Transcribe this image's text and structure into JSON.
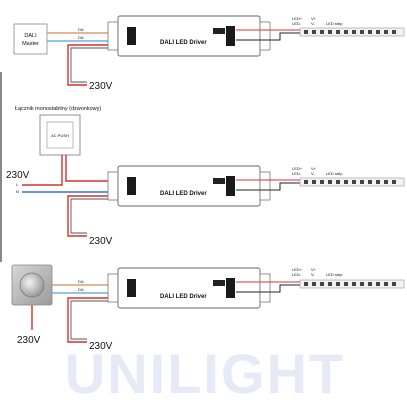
{
  "watermark": "UNILIGHT",
  "left_rule_color": "#555555",
  "colors": {
    "bus_wire_1": "#d8a070",
    "bus_wire_2": "#6fb0e0",
    "mains_wire": "#d9302c",
    "neutral_wire": "#3a6fd0",
    "driver_fill": "#ffffff",
    "terminal_fill": "#1a1a1a",
    "strip_fill": "#f2f2f2"
  },
  "section1": {
    "master_label_line1": "DALI",
    "master_label_line2": "Master",
    "wire_labels": [
      "DA",
      "DA"
    ],
    "voltage": "230V",
    "driver": {
      "title": "DALI LED Driver",
      "output_labels": [
        "LED+",
        "LED-"
      ],
      "output_polarity": [
        "V+",
        "V-"
      ],
      "strip_label": "LED strip"
    }
  },
  "section2": {
    "switch_caption": "Łącznik monostabilny (dzwonkowy)",
    "push_label": "AC PUSH",
    "voltage_in": "230V",
    "line_labels": [
      "L",
      "N"
    ],
    "voltage_driver": "230V",
    "driver": {
      "title": "DALI LED Driver",
      "output_labels": [
        "LED+",
        "LED-"
      ],
      "output_polarity": [
        "V+",
        "V-"
      ],
      "strip_label": "LED strip"
    }
  },
  "section3": {
    "wire_labels": [
      "DA",
      "DA"
    ],
    "voltage_dimmer": "230V",
    "voltage_driver": "230V",
    "driver": {
      "title": "DALI LED Driver",
      "output_labels": [
        "LED+",
        "LED-"
      ],
      "output_polarity": [
        "V+",
        "V-"
      ],
      "strip_label": "LED strip"
    }
  }
}
